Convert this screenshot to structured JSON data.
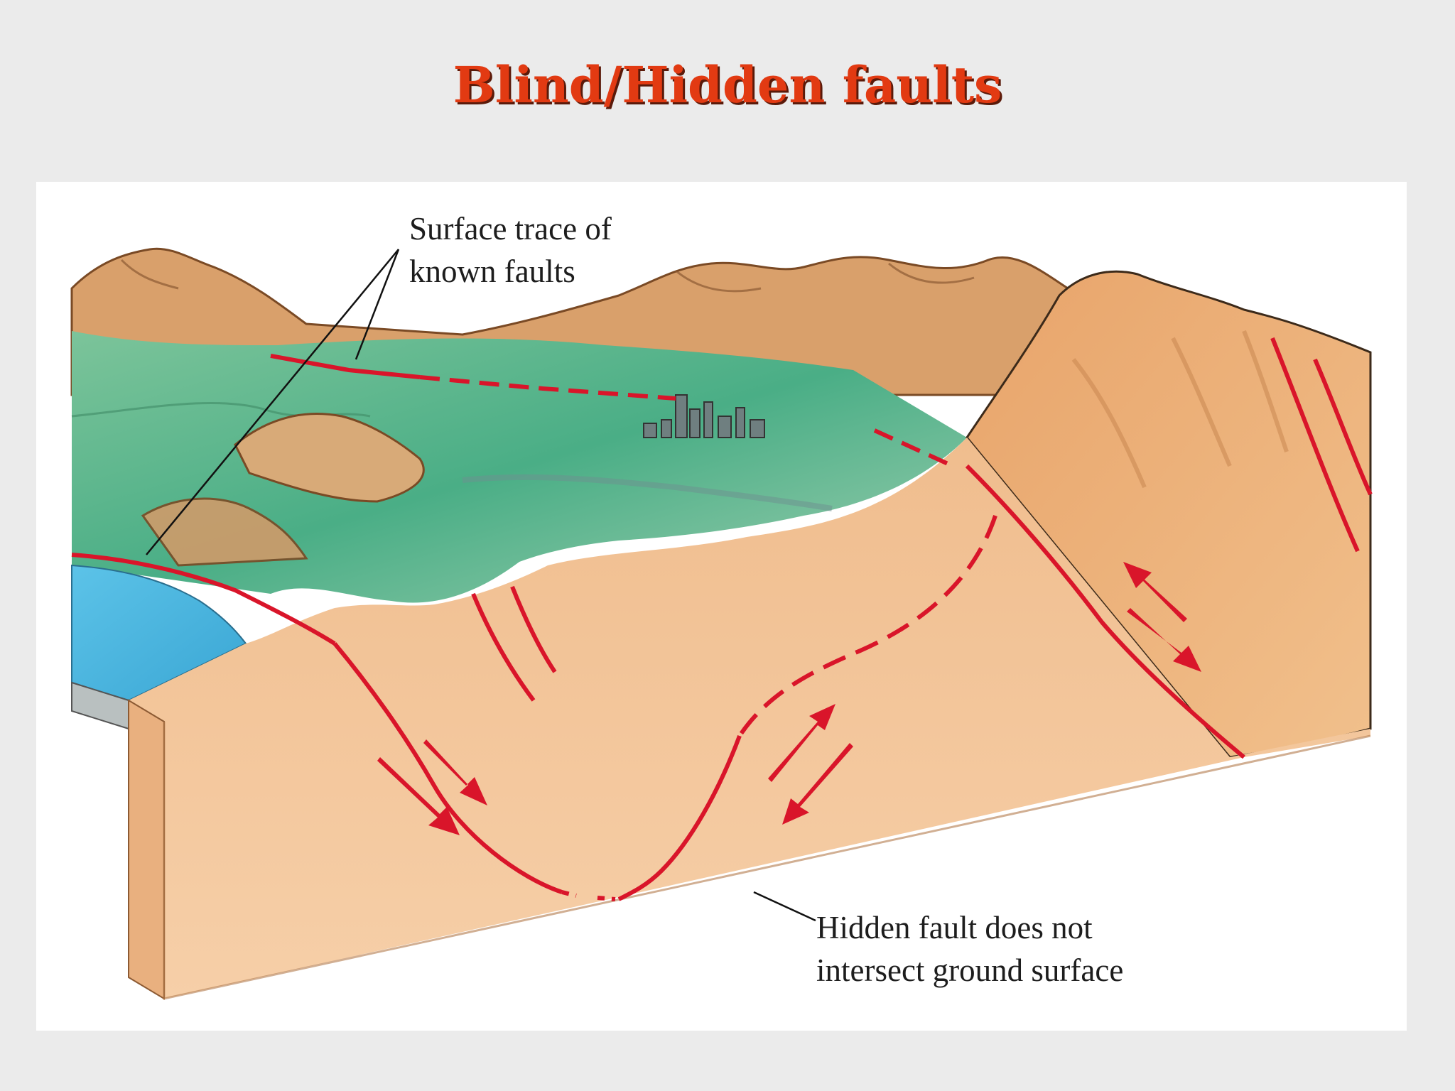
{
  "slide": {
    "title": "Blind/Hidden faults"
  },
  "diagram": {
    "labels": {
      "surface_trace": "Surface trace of\nknown faults",
      "hidden_fault": "Hidden fault does not\nintersect ground surface"
    },
    "colors": {
      "background": "#ebebeb",
      "title": "#e23a12",
      "fault_line": "#d9152a",
      "ground": "#f3c395",
      "valley": "#5bb58a",
      "lake": "#4fb7de",
      "leader_line": "#111111"
    }
  }
}
